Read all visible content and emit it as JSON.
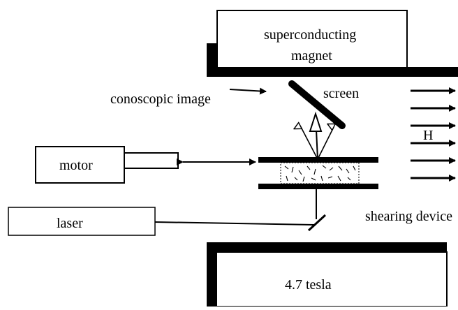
{
  "diagram": {
    "labels": {
      "magnet_line1": "superconducting",
      "magnet_line2": "magnet",
      "conoscopic_image": "conoscopic image",
      "screen": "screen",
      "field": "H",
      "motor": "motor",
      "laser": "laser",
      "shearing_device": "shearing device",
      "field_strength": "4.7 tesla"
    }
  }
}
